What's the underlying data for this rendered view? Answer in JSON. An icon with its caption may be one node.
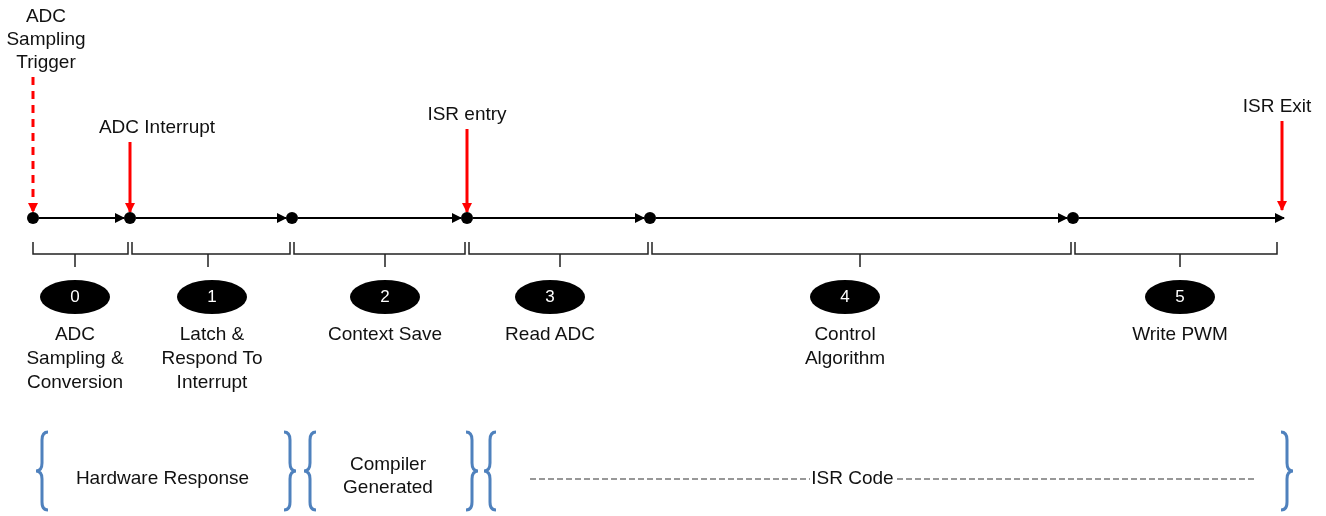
{
  "diagram": {
    "nodes": [
      {
        "text": [
          "ADC Sampling Trigger"
        ]
      },
      {
        "text": [
          "ADC Interrupt"
        ]
      },
      {
        "text": [
          "ISR entry"
        ]
      },
      {
        "text": [
          "ISR Exit"
        ]
      },
      {
        "text": [],
        "shape": "circle"
      },
      {
        "text": [],
        "shape": "circle"
      },
      {
        "text": [],
        "shape": "circle"
      },
      {
        "text": [],
        "shape": "circle"
      },
      {
        "text": [],
        "shape": "circle"
      },
      {
        "text": [],
        "shape": "circle"
      },
      {
        "text": [
          "0"
        ],
        "beside": [
          "ADC Sampling & Conversion"
        ]
      },
      {
        "text": [
          "1"
        ],
        "beside": [
          "Latch & Respond To Interrupt"
        ]
      },
      {
        "text": [
          "2"
        ],
        "beside": [
          "Context Save"
        ]
      },
      {
        "text": [
          "3"
        ],
        "beside": [
          "Read ADC"
        ]
      },
      {
        "text": [
          "4"
        ],
        "beside": [
          "Control Algorithm"
        ]
      },
      {
        "text": [
          "5"
        ],
        "beside": [
          "Write PWM"
        ]
      }
    ],
    "edges": [
      {
        "from": 4,
        "to": 5,
        "arrow": "to"
      },
      {
        "from": 5,
        "to": 6,
        "arrow": "to"
      },
      {
        "from": 6,
        "to": 7,
        "arrow": "to"
      },
      {
        "from": 7,
        "to": 8,
        "arrow": "to"
      },
      {
        "from": 8,
        "to": 9,
        "arrow": "to"
      },
      {
        "from": 9,
        "to": null,
        "arrow": "to"
      },
      {
        "from": 0,
        "to": 4,
        "arrow": "to",
        "style": "dashed",
        "color": "#ff0000"
      },
      {
        "from": 1,
        "to": 5,
        "arrow": "to",
        "color": "#ff0000"
      },
      {
        "from": 2,
        "to": 7,
        "arrow": "to",
        "color": "#ff0000"
      },
      {
        "from": 3,
        "to": null,
        "arrow": "to",
        "color": "#ff0000"
      }
    ],
    "labels": [
      "Hardware Response",
      "Compiler Generated",
      "ISR Code"
    ]
  }
}
